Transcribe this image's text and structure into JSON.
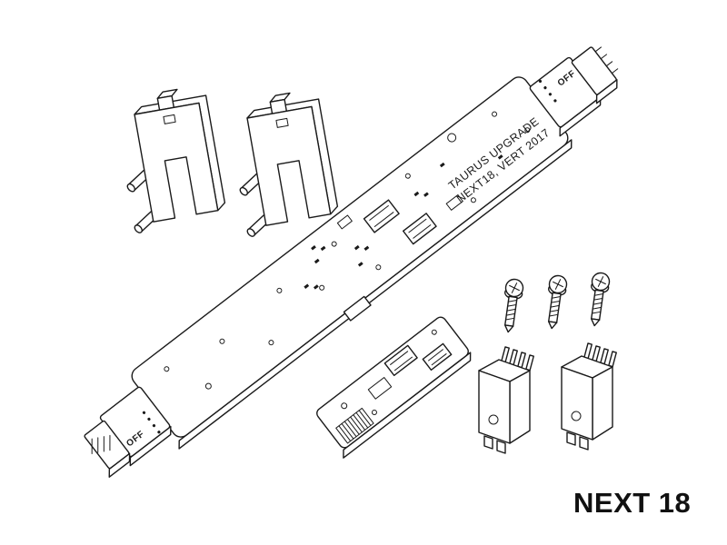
{
  "colors": {
    "background": "#ffffff",
    "line": "#1a1a1a",
    "caption_text": "#111111"
  },
  "caption": "NEXT 18",
  "board": {
    "silkscreen_line1": "TAURUS UPGRADE",
    "silkscreen_line2": "NEXT18, VERT 2017",
    "off_label_top": "OFF",
    "off_label_bottom": "OFF"
  }
}
